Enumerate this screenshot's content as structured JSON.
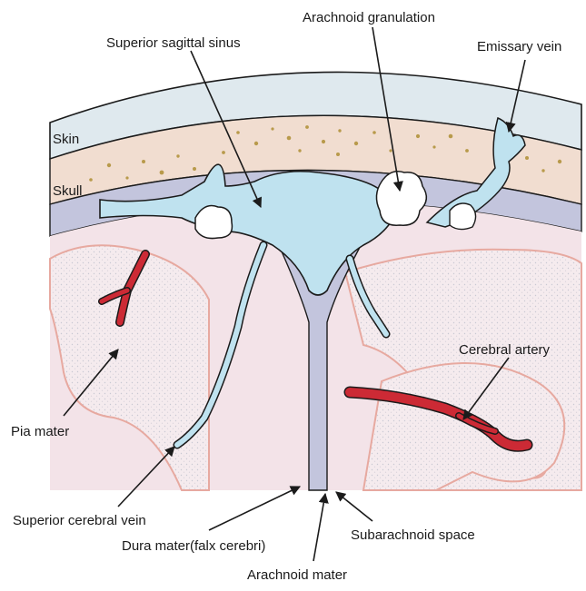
{
  "labels": {
    "skin": "Skin",
    "skull": "Skull",
    "superior_sagittal_sinus": "Superior sagittal sinus",
    "arachnoid_granulation": "Arachnoid granulation",
    "emissary_vein": "Emissary vein",
    "pia_mater": "Pia mater",
    "cerebral_artery": "Cerebral artery",
    "superior_cerebral_vein": "Superior cerebral vein",
    "dura_mater": "Dura mater(falx cerebri)",
    "subarachnoid_space": "Subarachnoid space",
    "arachnoid_mater": "Arachnoid mater"
  },
  "colors": {
    "skin": "#dfe9ee",
    "skull": "#f1ddd0",
    "dura": "#c3c5dd",
    "sinus": "#bfe2ef",
    "brain": "#f3e3e8",
    "artery": "#cc2a35",
    "pia_outline": "#e7a9a0",
    "outline": "#1b1b1b"
  }
}
